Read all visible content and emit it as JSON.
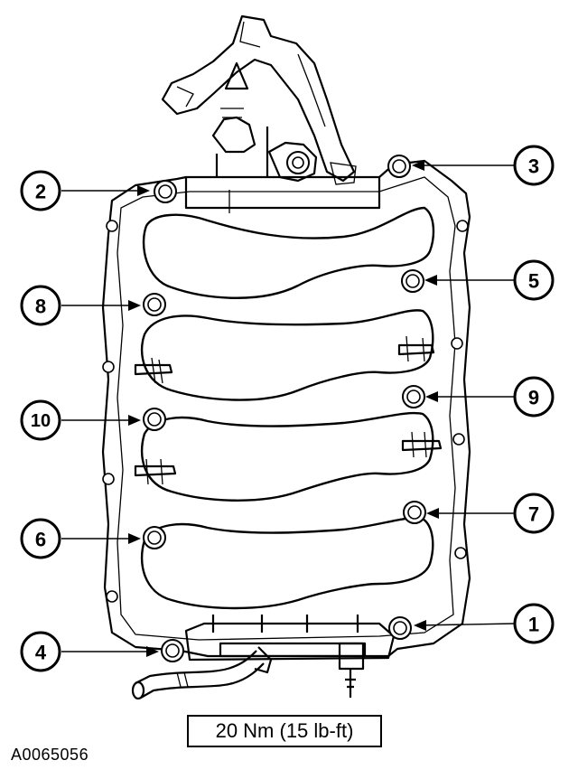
{
  "torque_spec": "20 Nm (15 lb-ft)",
  "figure_id": "A0065056",
  "callouts": [
    "1",
    "2",
    "3",
    "4",
    "5",
    "6",
    "7",
    "8",
    "9",
    "10"
  ],
  "colors": {
    "ink": "#000000",
    "paper": "#ffffff"
  }
}
